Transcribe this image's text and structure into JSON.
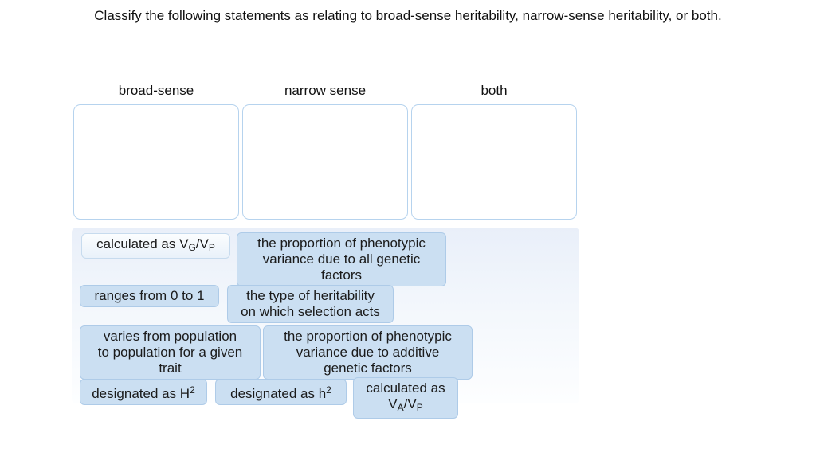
{
  "question": {
    "text": "Classify the following statements as relating to broad-sense heritability, narrow-sense heritability, or both."
  },
  "columns": [
    {
      "label": "broad-sense"
    },
    {
      "label": "narrow sense"
    },
    {
      "label": "both"
    }
  ],
  "bank": {
    "tiles": [
      {
        "segments": [
          {
            "t": "calculated as V"
          },
          {
            "t": "G",
            "s": "sub"
          },
          {
            "t": "/V"
          },
          {
            "t": "P",
            "s": "sub"
          }
        ]
      },
      {
        "segments": [
          {
            "t": "the proportion of phenotypic\nvariance due to all genetic\nfactors"
          }
        ]
      },
      {
        "segments": [
          {
            "t": "ranges from 0 to 1"
          }
        ]
      },
      {
        "segments": [
          {
            "t": "the type of heritability\non which selection acts"
          }
        ]
      },
      {
        "segments": [
          {
            "t": "varies from population\nto population for a given\ntrait"
          }
        ]
      },
      {
        "segments": [
          {
            "t": "the proportion of phenotypic\nvariance due to additive\ngenetic factors"
          }
        ]
      },
      {
        "segments": [
          {
            "t": "designated as H"
          },
          {
            "t": "2",
            "s": "sup"
          }
        ]
      },
      {
        "segments": [
          {
            "t": "designated as h"
          },
          {
            "t": "2",
            "s": "sup"
          }
        ]
      },
      {
        "segments": [
          {
            "t": "calculated as\nV"
          },
          {
            "t": "A",
            "s": "sub"
          },
          {
            "t": "/V"
          },
          {
            "t": "P",
            "s": "sub"
          }
        ]
      }
    ]
  },
  "colors": {
    "tile_fill": "#cbdff2",
    "tile_border": "#aecbe8",
    "zone_border": "#b6d3ee",
    "bank_panel_tint": "#e9eff9",
    "text": "#1b1b1b"
  }
}
